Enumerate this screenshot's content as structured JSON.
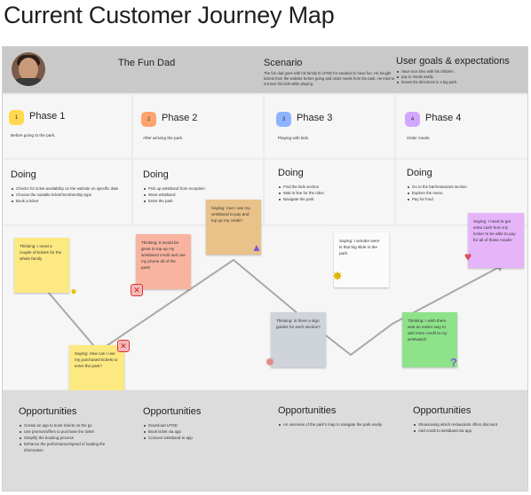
{
  "title": "Current Customer Journey Map",
  "persona": {
    "name": "The Fun Dad"
  },
  "scenario": {
    "heading": "Scenario",
    "text": "The fun dad goes with his family to LPOD for vacation to have fun. He bought tickets from the website before going and order meals from the park. He tried to not lose his kids while playing."
  },
  "goals": {
    "heading": "User goals & expectations",
    "items": [
      "Have nice time with his children.",
      "pay to meals easily.",
      "knows the directions in a big park."
    ]
  },
  "phases": [
    {
      "number": "1",
      "label": "Phase 1",
      "desc": "Before going to the park.",
      "color": "#ffd84d"
    },
    {
      "number": "2",
      "label": "Phase 2",
      "desc": "After arriving the park.",
      "color": "#ffa36c"
    },
    {
      "number": "3",
      "label": "Phase 3",
      "desc": "Playing with kids.",
      "color": "#8fb4ff"
    },
    {
      "number": "4",
      "label": "Phase 4",
      "desc": "Order meals.",
      "color": "#d3a6ff"
    }
  ],
  "doing": {
    "heading": "Doing",
    "columns": [
      [
        "Checks for ticket availability on the website on specific date",
        "Choose the suitable ticket/membership type",
        "Book a ticket"
      ],
      [
        "Pick up wristband from reception",
        "Wear wristband",
        "Enter the park"
      ],
      [
        "Find the kids section",
        "Wait in line for the rides",
        "Navigate the park"
      ],
      [
        "Go to the bar/restaurant section",
        "Explore the menu",
        "Pay for food"
      ]
    ]
  },
  "notes": {
    "n1": "Thinking: I need a couple of tickets for the whole family",
    "n2": "Saying: How can I use my purchased tickets to enter the park?",
    "n3": "Thinking: It would be great to top-up my wristband credit and use my phone all of the park!",
    "n4": "Saying: Can I use my wristband to pay and top up my credit?",
    "n5": "Saying: I wonder were is that big slide in the park.",
    "n6": "Thinking: is there a sign guides for each section?",
    "n7": "Thinking: I wish there was an easier way to add more credit to my wristwatch",
    "n8": "Saying: I need to get extra cash from my locker to be able to pay for all of these meals!"
  },
  "icons": {
    "bulb": "lightbulb-icon",
    "cross1": "cross-icon",
    "cross2": "cross-icon",
    "thumb": "thumbs-up-icon",
    "sun": "sun-icon",
    "splat": "splat-icon",
    "question": "question-icon",
    "heart": "heart-icon"
  },
  "opportunities": {
    "heading": "Opportunities",
    "columns": [
      [
        "Create an app to book tickets on the go",
        "Use promos/offers to purchase the ticket",
        "Simplify the booking process",
        "Enhance the performance/speed of loading the information"
      ],
      [
        "Download LPOD",
        "Book ticket via app",
        "Connect wristband to app"
      ],
      [
        "An overview of the park's map to navigate the park easily"
      ],
      [
        "Showcasing which restaurants offers discount",
        "Add credit to wristband via app"
      ]
    ]
  },
  "colors": {
    "yellow": "#fde981",
    "salmon": "#f8b4a0",
    "tan": "#e9c28a",
    "white": "#fbfbfb",
    "grey": "#cfd3da",
    "green": "#8ee28a",
    "purple": "#e5b4f9"
  }
}
